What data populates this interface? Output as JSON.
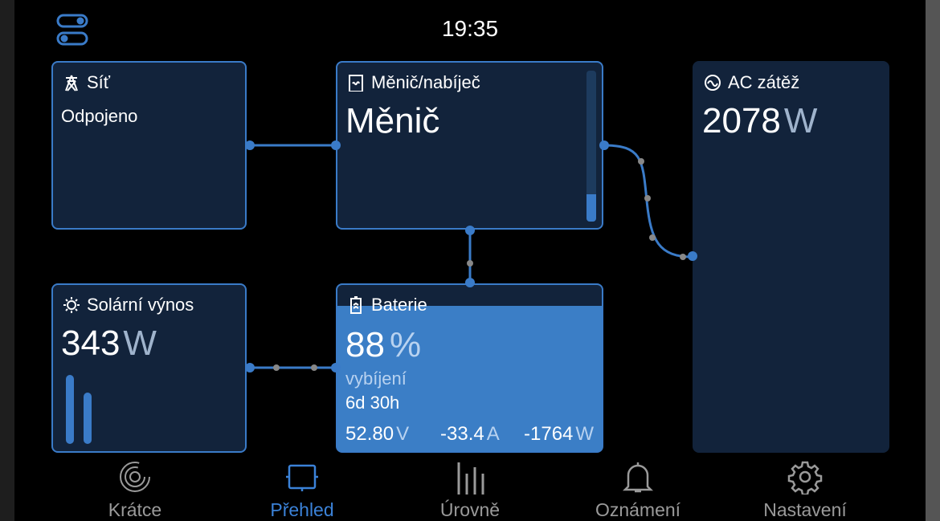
{
  "header": {
    "time": "19:35",
    "toggle_icon": "toggles-icon"
  },
  "grid": {
    "title": "Síť",
    "status": "Odpojeno"
  },
  "inverter": {
    "title": "Měnič/nabíječ",
    "mode": "Měnič",
    "level": 0.18
  },
  "ac_load": {
    "title": "AC zátěž",
    "value": "2078",
    "unit": "W"
  },
  "solar": {
    "title": "Solární výnos",
    "value": "343",
    "unit": "W"
  },
  "battery": {
    "title": "Baterie",
    "soc": "88",
    "soc_unit": "%",
    "state": "vybíjení",
    "time_to_go": "6d 30h",
    "voltage": "52.80",
    "voltage_unit": "V",
    "current": "-33.4",
    "current_unit": "A",
    "power": "-1764",
    "power_unit": "W",
    "fill_fraction": 0.88
  },
  "nav": [
    {
      "label": "Krátce"
    },
    {
      "label": "Přehled"
    },
    {
      "label": "Úrovně"
    },
    {
      "label": "Oznámení"
    },
    {
      "label": "Nastavení"
    }
  ],
  "colors": {
    "accent": "#3a7bc8",
    "card": "#12233b",
    "battery_fill": "#3b7ec6"
  }
}
